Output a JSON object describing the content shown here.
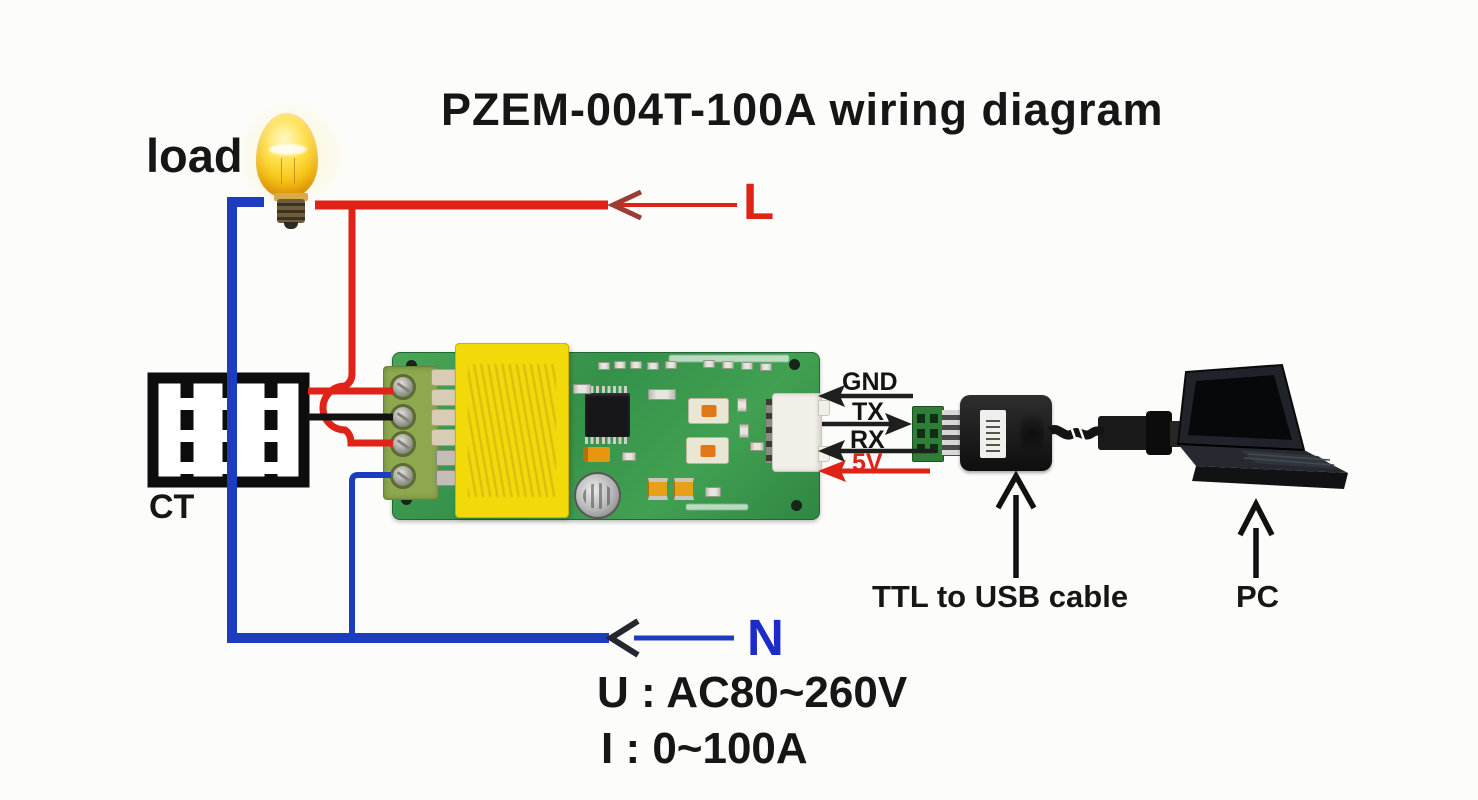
{
  "title": "PZEM-004T-100A wiring diagram",
  "labels": {
    "load": "load",
    "ct": "CT",
    "line": "L",
    "neutral": "N",
    "ttl_cable": "TTL to USB cable",
    "pc": "PC"
  },
  "specs": {
    "voltage": "U : AC80~260V",
    "current": "I : 0~100A"
  },
  "signals": [
    {
      "label": "GND",
      "direction": "left",
      "color": "#1f1f1f"
    },
    {
      "label": "TX",
      "direction": "right",
      "color": "#1f1f1f"
    },
    {
      "label": "RX",
      "direction": "left",
      "color": "#1f1f1f"
    },
    {
      "label": "5V",
      "direction": "left",
      "color": "#e02318"
    }
  ],
  "colors": {
    "line_wire": "#e02318",
    "neutral_wire": "#1e3cc0",
    "pcb_green": "#3f9e4f",
    "transformer_yellow": "#f2d90a",
    "terminal_block_green": "#8da84e"
  }
}
